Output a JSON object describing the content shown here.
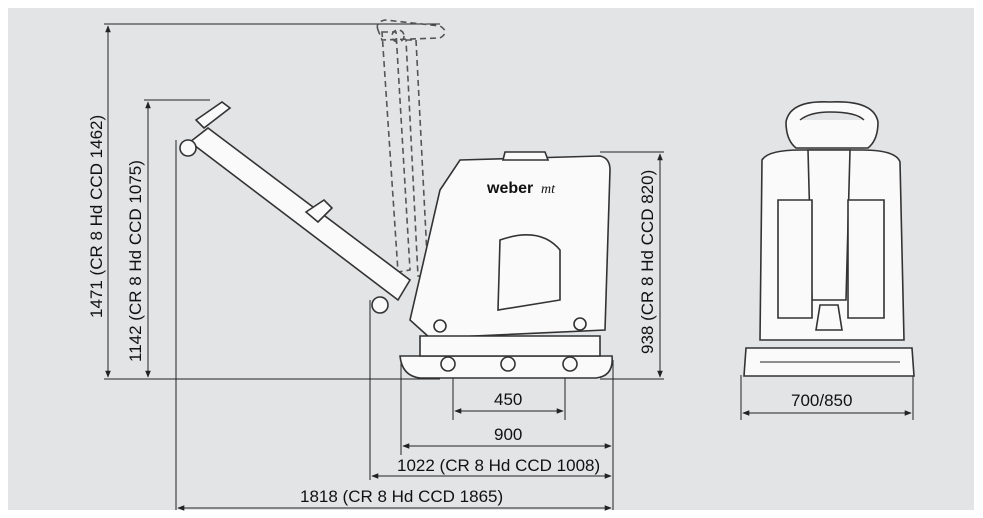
{
  "brand": {
    "logo_text": "weber",
    "logo_suffix": "mt"
  },
  "dimensions": {
    "height_total": "1471 (CR 8 Hd CCD 1462)",
    "height_handle": "1142 (CR 8 Hd CCD 1075)",
    "height_body": "938 (CR 8 Hd CCD 820)",
    "width_450": "450",
    "width_900": "900",
    "width_1022": "1022 (CR 8 Hd CCD 1008)",
    "width_1818": "1818 (CR 8 Hd CCD 1865)",
    "front_width": "700/850"
  }
}
